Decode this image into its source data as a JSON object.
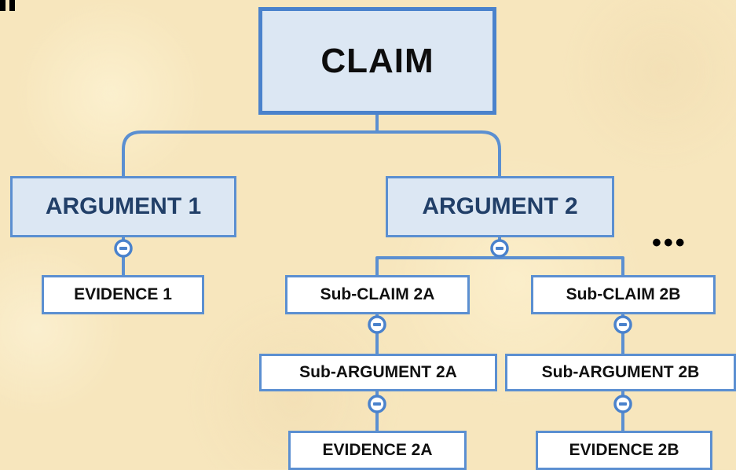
{
  "diagram": {
    "claim": "CLAIM",
    "argument_1": "ARGUMENT 1",
    "argument_2": "ARGUMENT 2",
    "evidence_1": "EVIDENCE 1",
    "sub_claim_2a": "Sub-CLAIM 2A",
    "sub_claim_2b": "Sub-CLAIM 2B",
    "sub_argument_2a": "Sub-ARGUMENT 2A",
    "sub_argument_2b": "Sub-ARGUMENT 2B",
    "evidence_2a": "EVIDENCE 2A",
    "evidence_2b": "EVIDENCE 2B",
    "more_indicator": "•••"
  },
  "colors": {
    "background": "#f7e6bd",
    "node_fill": "#dce7f3",
    "node_border": "#5b8fd1",
    "connector": "#5b8fd1",
    "argument_text": "#213f68",
    "leaf_fill": "#ffffff"
  },
  "icons": {
    "collapse_toggle": "minus-circle-icon"
  }
}
